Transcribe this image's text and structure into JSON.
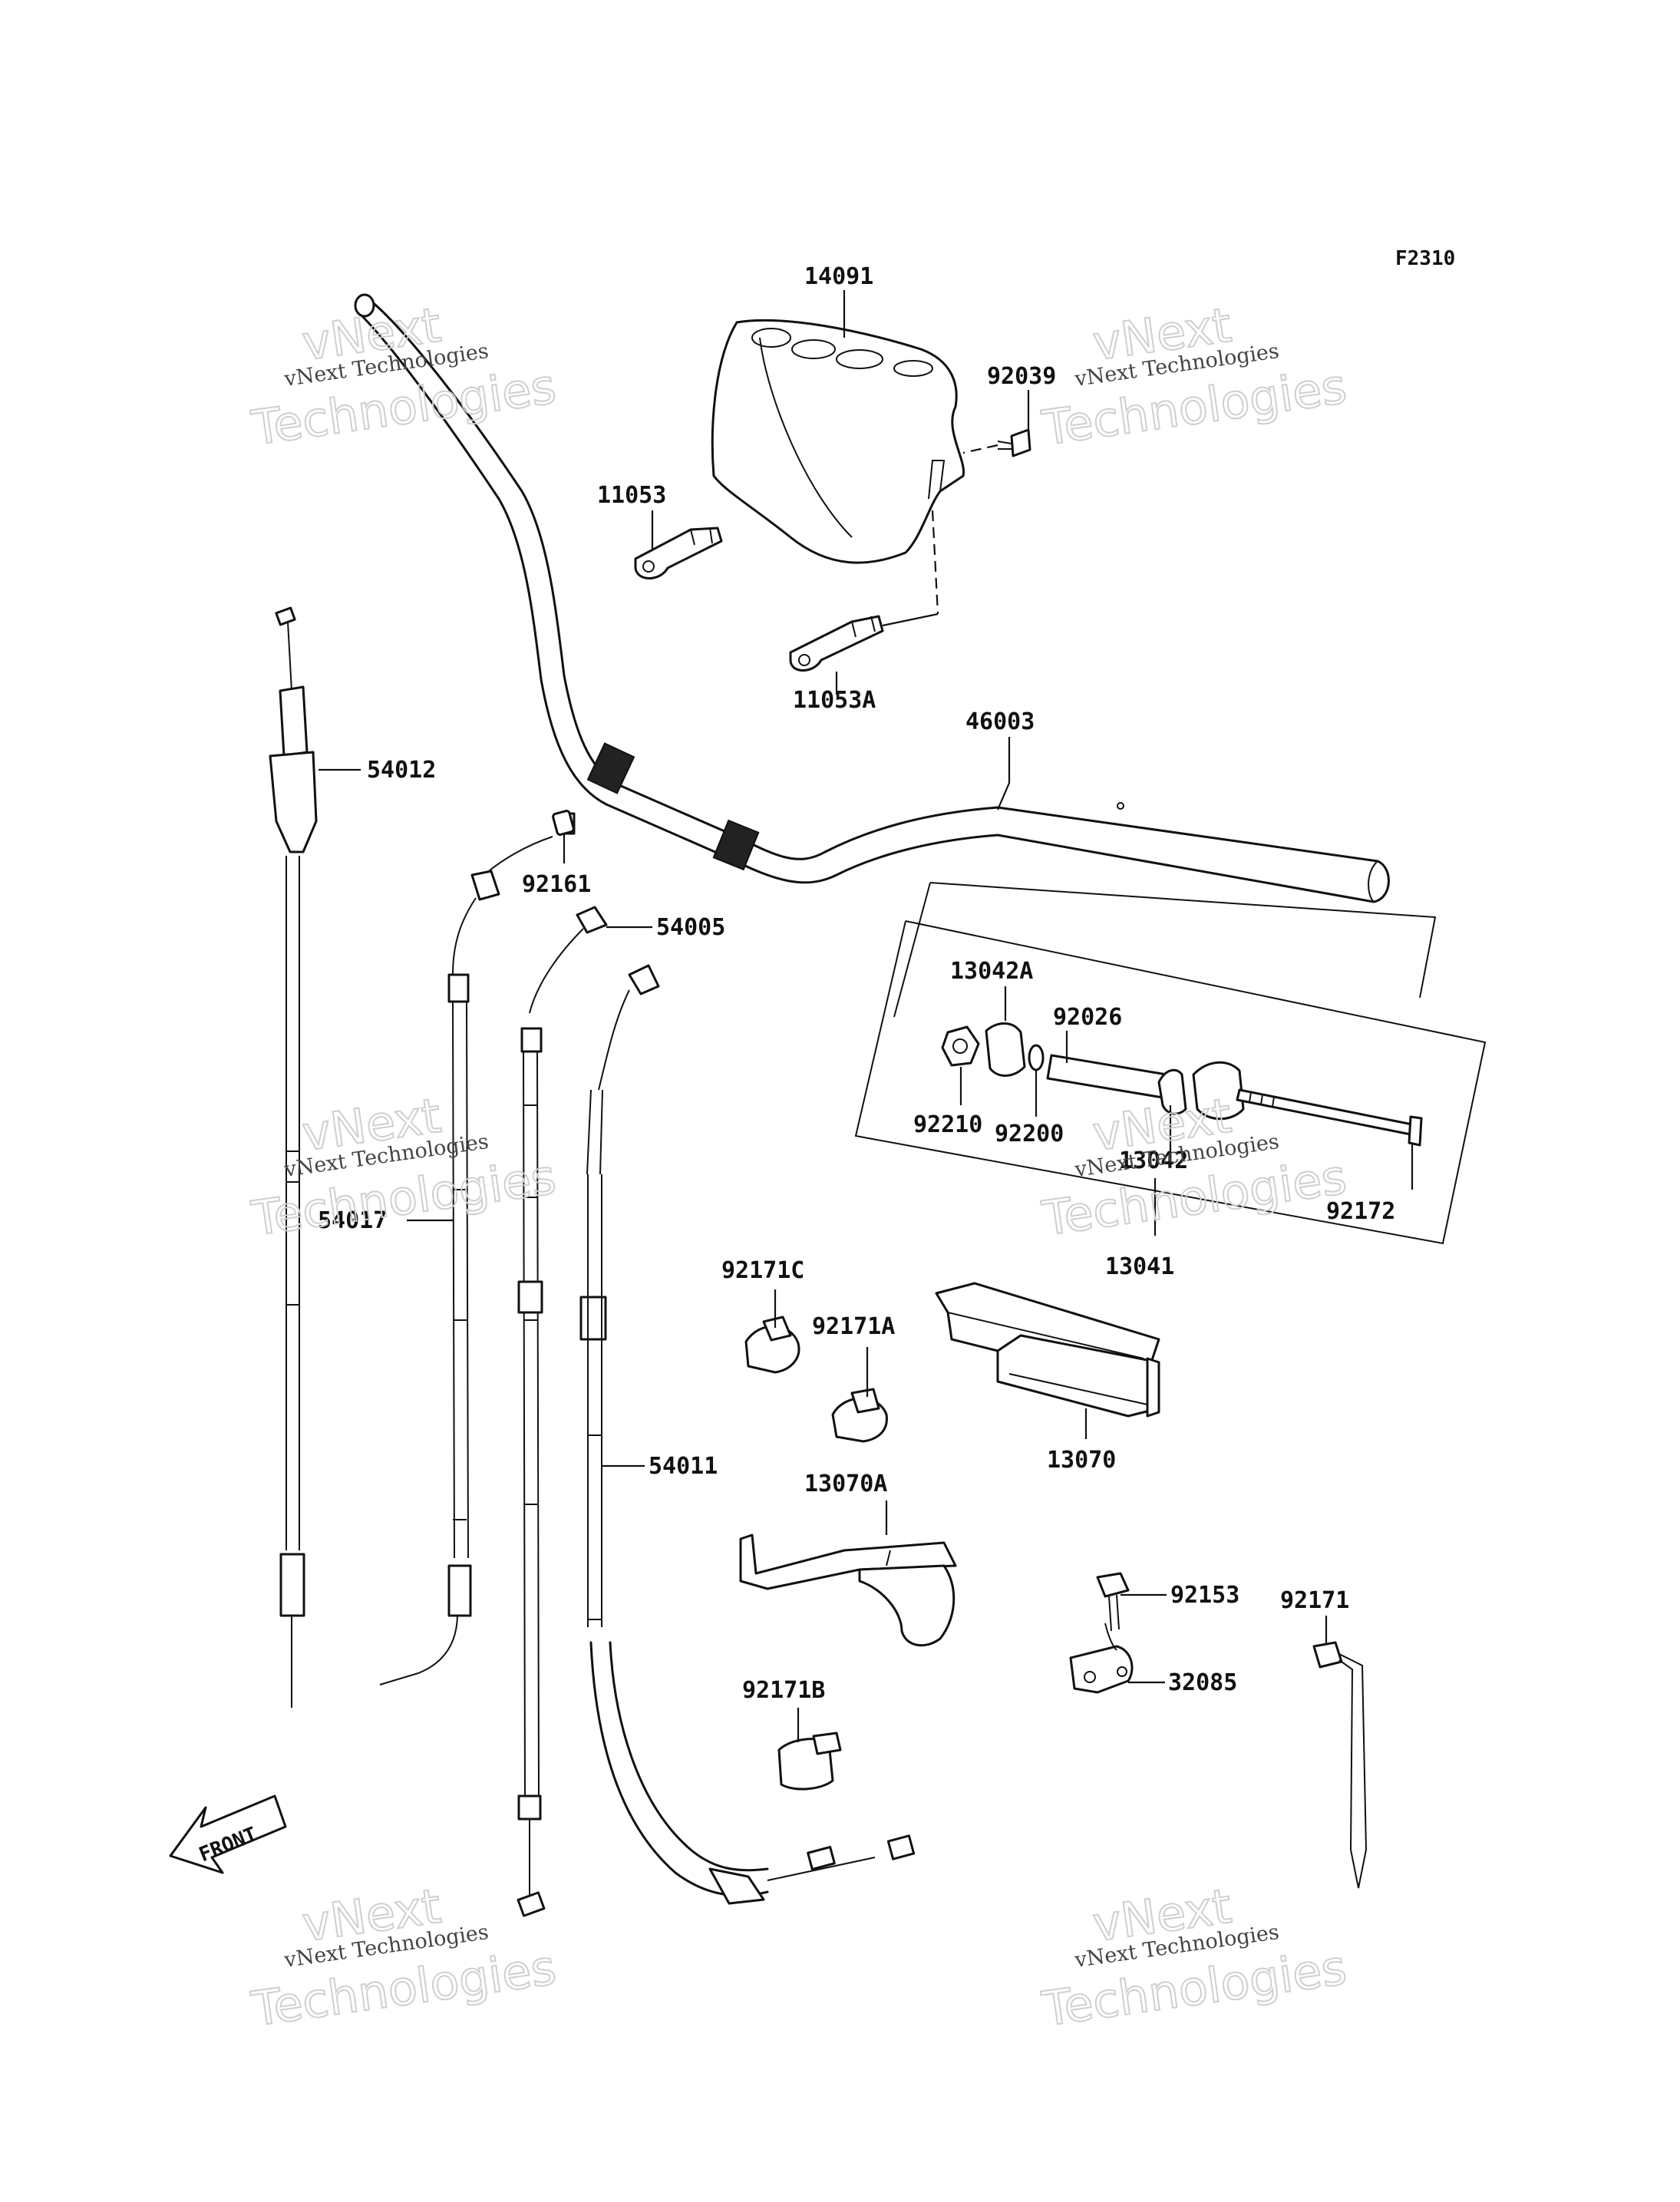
{
  "diagram_code": "F2310",
  "front_label": "FRONT",
  "watermark": {
    "line1": "vNext Technologies",
    "line2": "vNext",
    "line3": "Technologies"
  },
  "parts": [
    {
      "id": "p14091",
      "number": "14091"
    },
    {
      "id": "p92039",
      "number": "92039"
    },
    {
      "id": "p11053",
      "number": "11053"
    },
    {
      "id": "p11053A",
      "number": "11053A"
    },
    {
      "id": "p46003",
      "number": "46003"
    },
    {
      "id": "p54012",
      "number": "54012"
    },
    {
      "id": "p92161",
      "number": "92161"
    },
    {
      "id": "p54005",
      "number": "54005"
    },
    {
      "id": "p13042A",
      "number": "13042A"
    },
    {
      "id": "p92026",
      "number": "92026"
    },
    {
      "id": "p92210",
      "number": "92210"
    },
    {
      "id": "p92200",
      "number": "92200"
    },
    {
      "id": "p13042",
      "number": "13042"
    },
    {
      "id": "p92172",
      "number": "92172"
    },
    {
      "id": "p13041",
      "number": "13041"
    },
    {
      "id": "p54017",
      "number": "54017"
    },
    {
      "id": "p92171C",
      "number": "92171C"
    },
    {
      "id": "p92171A",
      "number": "92171A"
    },
    {
      "id": "p13070",
      "number": "13070"
    },
    {
      "id": "p54011",
      "number": "54011"
    },
    {
      "id": "p13070A",
      "number": "13070A"
    },
    {
      "id": "p92153",
      "number": "92153"
    },
    {
      "id": "p92171",
      "number": "92171"
    },
    {
      "id": "p32085",
      "number": "32085"
    },
    {
      "id": "p92171B",
      "number": "92171B"
    }
  ]
}
